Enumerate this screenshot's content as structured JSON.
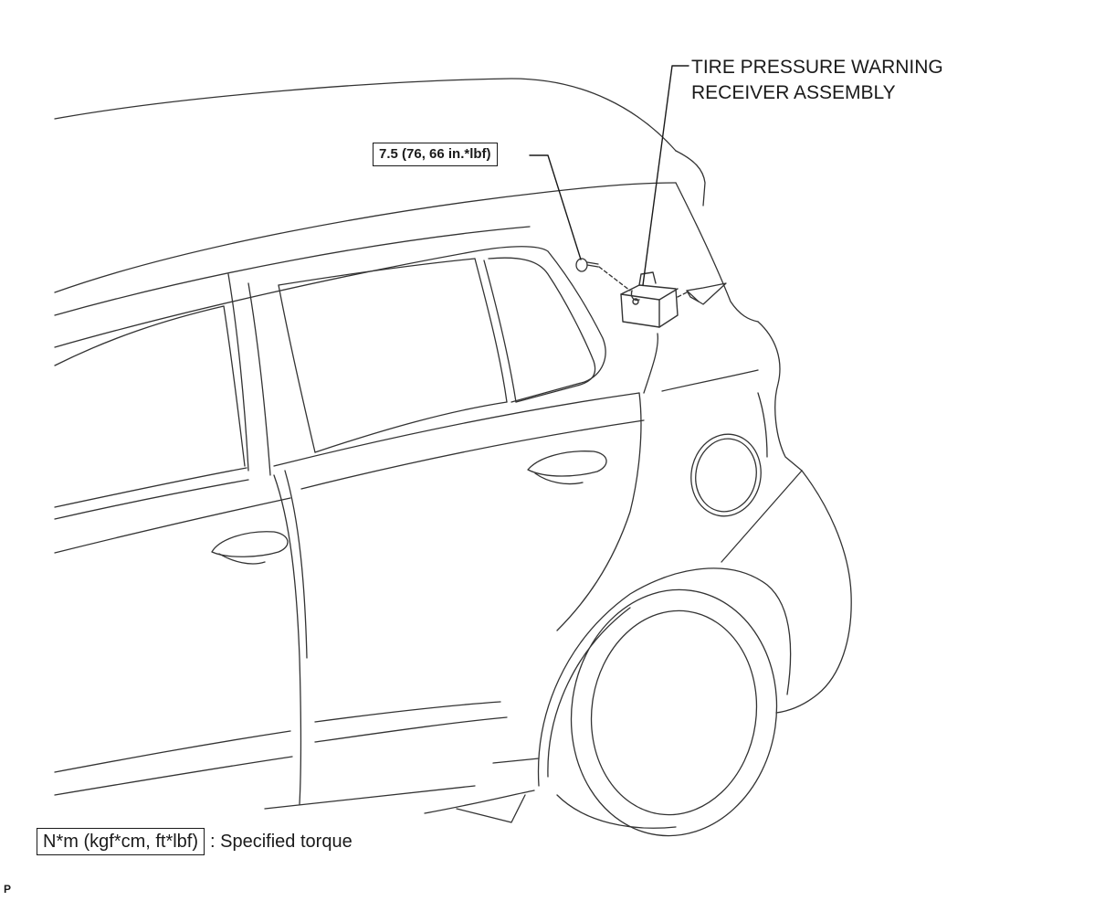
{
  "callout": {
    "part_name": "TIRE PRESSURE WARNING\nRECEIVER ASSEMBLY",
    "torque": "7.5 (76, 66 in.*lbf)"
  },
  "legend": {
    "symbol": "N*m (kgf*cm, ft*lbf)",
    "description": ": Specified torque"
  },
  "corner_mark": "P"
}
